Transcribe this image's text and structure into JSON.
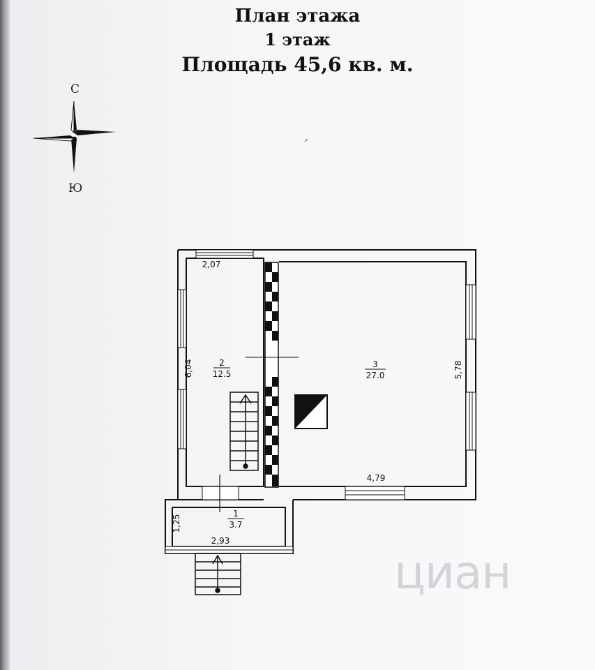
{
  "header": {
    "title": "План этажа",
    "floor": "1 этаж",
    "area": "Площадь 45,6 кв. м."
  },
  "compass": {
    "north": "С",
    "south": "Ю"
  },
  "rooms": [
    {
      "number": "1",
      "area": "3.7"
    },
    {
      "number": "2",
      "area": "12.5"
    },
    {
      "number": "3",
      "area": "27.0"
    }
  ],
  "dimensions": {
    "room2_top": "2,07",
    "room2_left": "6,04",
    "room3_right": "5,78",
    "room3_bottom": "4,79",
    "room1_left": "1,25",
    "room1_bottom": "2,93"
  },
  "watermark": "циан"
}
